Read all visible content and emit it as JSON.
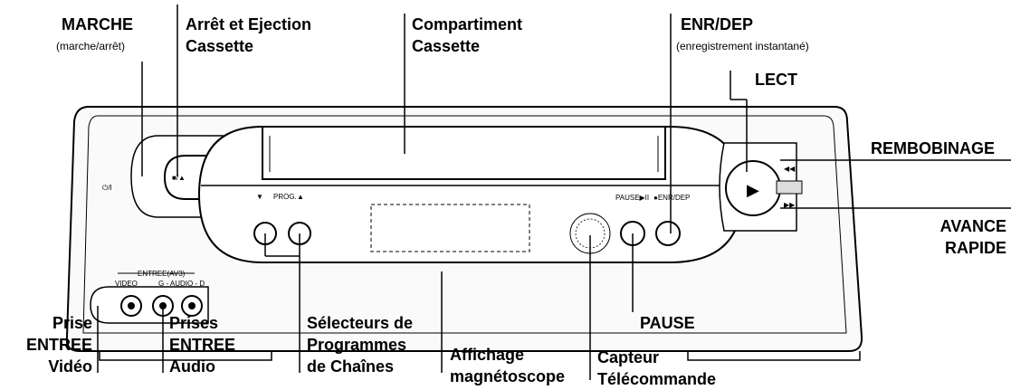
{
  "callouts": {
    "marche": {
      "title": "MARCHE",
      "subtitle": "(marche/arrêt)"
    },
    "arret_ejection": {
      "line1": "Arrêt et Ejection",
      "line2": "Cassette"
    },
    "compartiment": {
      "line1": "Compartiment",
      "line2": "Cassette"
    },
    "enr_dep": {
      "title": "ENR/DEP",
      "subtitle": "(enregistrement instantané)"
    },
    "lect": {
      "title": "LECT"
    },
    "rembobinage": {
      "title": "REMBOBINAGE"
    },
    "avance_rapide": {
      "line1": "AVANCE",
      "line2": "RAPIDE"
    },
    "prise_video": {
      "line1": "Prise",
      "line2": "ENTREE",
      "line3": "Vidéo"
    },
    "prises_audio": {
      "line1": "Prises",
      "line2": "ENTREE",
      "line3": "Audio"
    },
    "selecteurs": {
      "line1": "Sélecteurs de",
      "line2": "Programmes",
      "line3": "de Chaînes"
    },
    "affichage": {
      "line1": "Affichage",
      "line2": "magnétoscope"
    },
    "pause": {
      "title": "PAUSE"
    },
    "capteur": {
      "line1": "Capteur",
      "line2": "Télécommande"
    }
  },
  "panel": {
    "power_symbol": "⏻/I",
    "stop_eject_symbol": "■/▲",
    "input_group_label": "ENTREE(AV3)",
    "video_jack_label": "VIDEO",
    "audio_jack_label": "G - AUDIO - D",
    "prog_label": "PROG.",
    "prog_down_symbol": "▼",
    "prog_up_symbol": "▲",
    "pause_label": "PAUSE▶II",
    "rec_label": "●ENR/DEP",
    "play_symbol": "▶",
    "rew_symbol": "◀◀",
    "ff_symbol": "▶▶"
  }
}
